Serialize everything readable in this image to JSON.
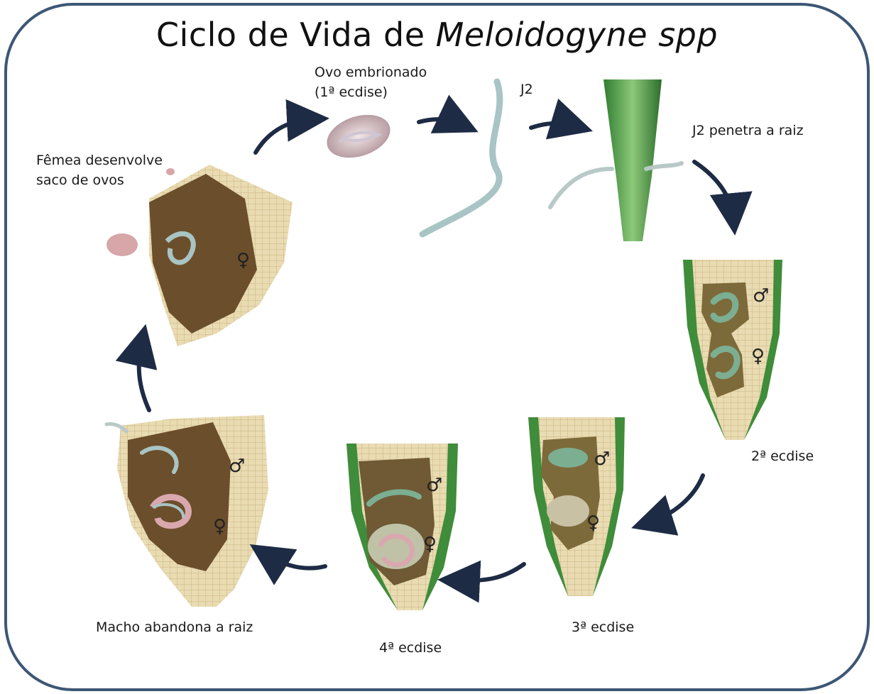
{
  "title": {
    "main": "Ciclo de Vida de ",
    "species": "Meloidogyne spp"
  },
  "labels": {
    "egg_line1": "Ovo embrionado",
    "egg_line2": "(1ª ecdise)",
    "j2": "J2",
    "j2_penetrates": "J2 penetra a raiz",
    "second_molt": "2ª ecdise",
    "third_molt": "3ª ecdise",
    "fourth_molt": "4ª ecdise",
    "male_leaves": "Macho abandona a raiz",
    "female_line1": "Fêmea desenvolve",
    "female_line2": "saco de ovos"
  },
  "colors": {
    "border": "#3d5675",
    "arrow": "#1e2b45",
    "root_green": "#3f8c3a",
    "tissue": "#e6d5a8",
    "gall_brown": "#7a5a32",
    "nematode": "#a9c4c4"
  }
}
